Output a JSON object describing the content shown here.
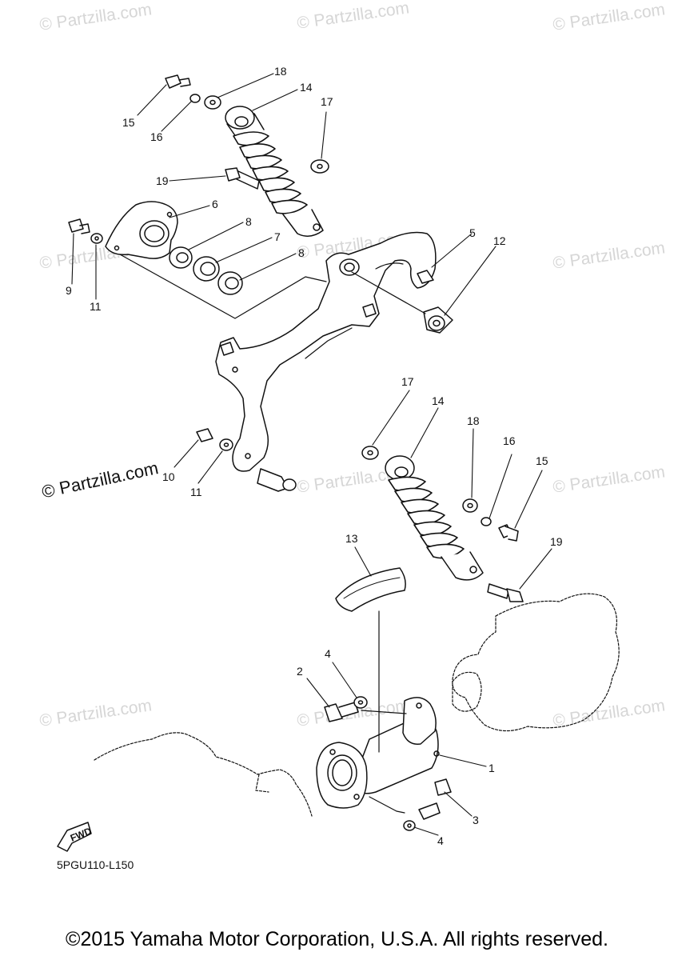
{
  "watermark": {
    "text": "© Partzilla.com",
    "prominent_text": "© Partzilla.com"
  },
  "callouts": {
    "c1": "1",
    "c2": "2",
    "c3": "3",
    "c4a": "4",
    "c4b": "4",
    "c5": "5",
    "c6": "6",
    "c7": "7",
    "c8a": "8",
    "c8b": "8",
    "c9": "9",
    "c10": "10",
    "c11a": "11",
    "c11b": "11",
    "c12": "12",
    "c13": "13",
    "c14a": "14",
    "c14b": "14",
    "c15a": "15",
    "c15b": "15",
    "c16a": "16",
    "c16b": "16",
    "c17a": "17",
    "c17b": "17",
    "c18a": "18",
    "c18b": "18",
    "c19a": "19",
    "c19b": "19"
  },
  "fwd_label": "FWD",
  "diagram_code": "5PGU110-L150",
  "copyright": "©2015 Yamaha Motor Corporation, U.S.A. All rights reserved.",
  "colors": {
    "line": "#111111",
    "watermark": "#d6d6d6",
    "background": "#ffffff"
  }
}
